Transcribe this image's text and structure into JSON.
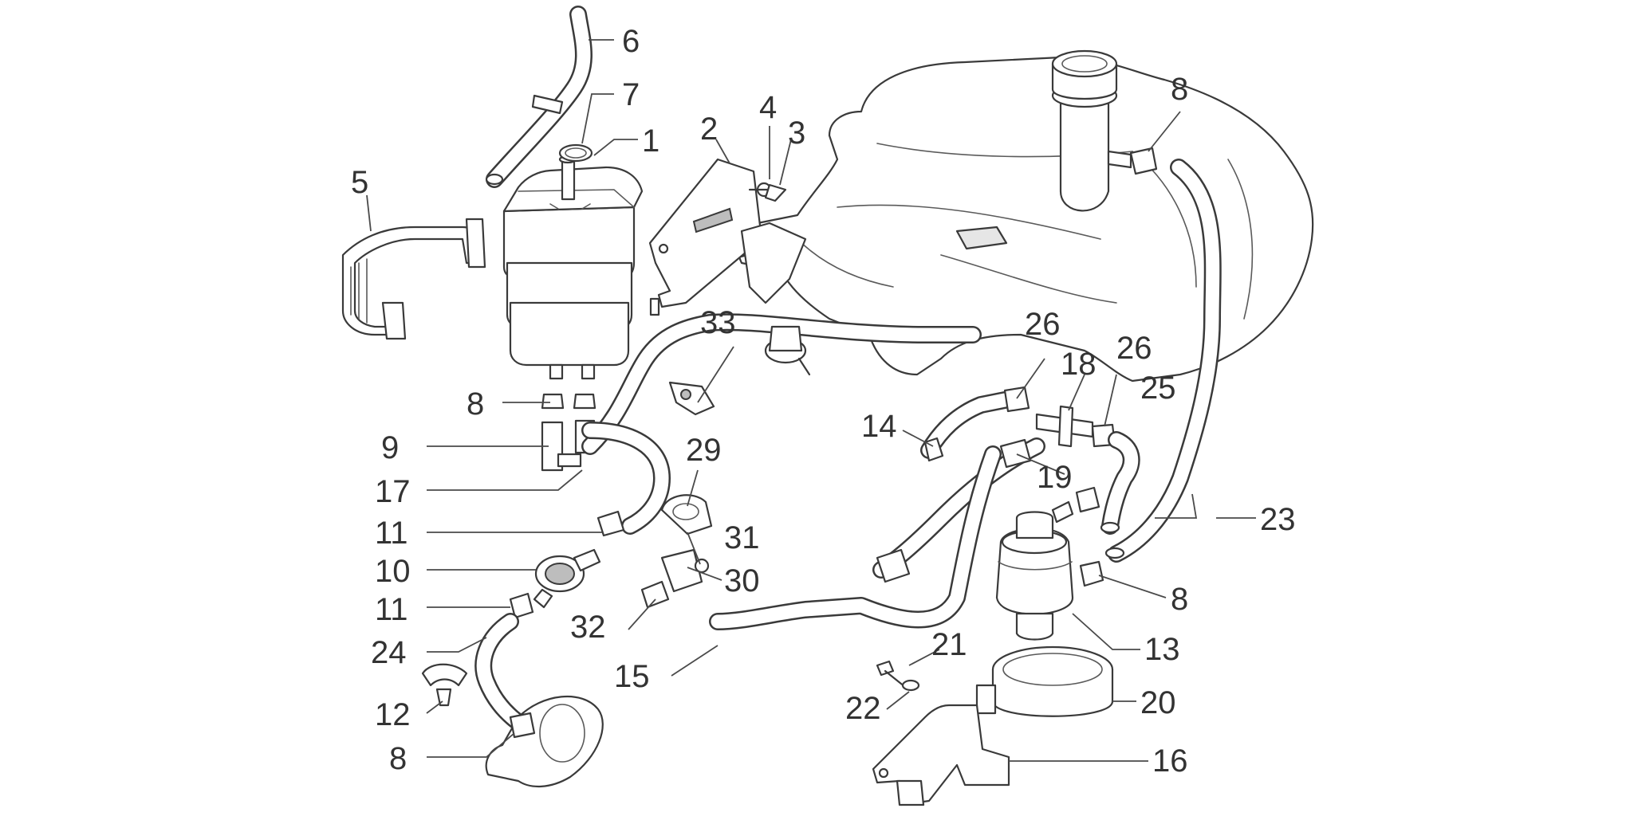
{
  "callouts": [
    {
      "id": "c1",
      "text": "1"
    },
    {
      "id": "c2",
      "text": "2"
    },
    {
      "id": "c3",
      "text": "3"
    },
    {
      "id": "c4",
      "text": "4"
    },
    {
      "id": "c5",
      "text": "5"
    },
    {
      "id": "c6",
      "text": "6"
    },
    {
      "id": "c7",
      "text": "7"
    },
    {
      "id": "c8a",
      "text": "8"
    },
    {
      "id": "c8b",
      "text": "8"
    },
    {
      "id": "c8c",
      "text": "8"
    },
    {
      "id": "c8d",
      "text": "8"
    },
    {
      "id": "c9",
      "text": "9"
    },
    {
      "id": "c10",
      "text": "10"
    },
    {
      "id": "c11a",
      "text": "11"
    },
    {
      "id": "c11b",
      "text": "11"
    },
    {
      "id": "c12",
      "text": "12"
    },
    {
      "id": "c13",
      "text": "13"
    },
    {
      "id": "c14",
      "text": "14"
    },
    {
      "id": "c15",
      "text": "15"
    },
    {
      "id": "c16",
      "text": "16"
    },
    {
      "id": "c17",
      "text": "17"
    },
    {
      "id": "c18",
      "text": "18"
    },
    {
      "id": "c19",
      "text": "19"
    },
    {
      "id": "c20",
      "text": "20"
    },
    {
      "id": "c21",
      "text": "21"
    },
    {
      "id": "c22",
      "text": "22"
    },
    {
      "id": "c23",
      "text": "23"
    },
    {
      "id": "c24",
      "text": "24"
    },
    {
      "id": "c25",
      "text": "25"
    },
    {
      "id": "c26a",
      "text": "26"
    },
    {
      "id": "c26b",
      "text": "26"
    },
    {
      "id": "c29",
      "text": "29"
    },
    {
      "id": "c30",
      "text": "30"
    },
    {
      "id": "c31",
      "text": "31"
    },
    {
      "id": "c32",
      "text": "32"
    },
    {
      "id": "c33",
      "text": "33"
    }
  ],
  "colors": {
    "line": "#3a3a3a",
    "background": "#ffffff"
  }
}
